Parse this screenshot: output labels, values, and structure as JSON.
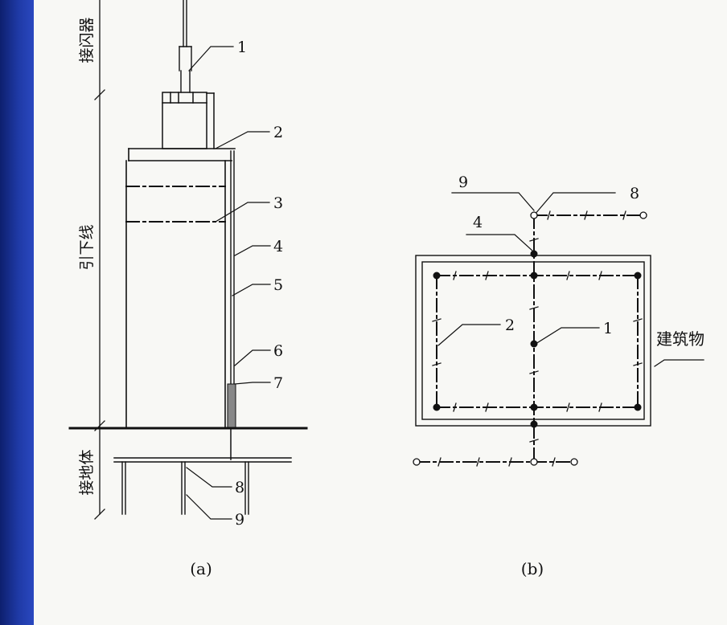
{
  "figure_a": {
    "caption": "(a)",
    "section_labels": {
      "air_terminal": "接闪器",
      "down_conductor": "引下线",
      "earth_electrode": "接地体"
    },
    "callouts": [
      "1",
      "2",
      "3",
      "4",
      "5",
      "6",
      "7",
      "8",
      "9"
    ]
  },
  "figure_b": {
    "caption": "(b)",
    "building_label": "建筑物",
    "callouts": [
      "9",
      "8",
      "4",
      "2",
      "1"
    ]
  },
  "colors": {
    "side_stripe": "#1f3aa6",
    "ink": "#111111",
    "background": "#f8f8f5"
  }
}
